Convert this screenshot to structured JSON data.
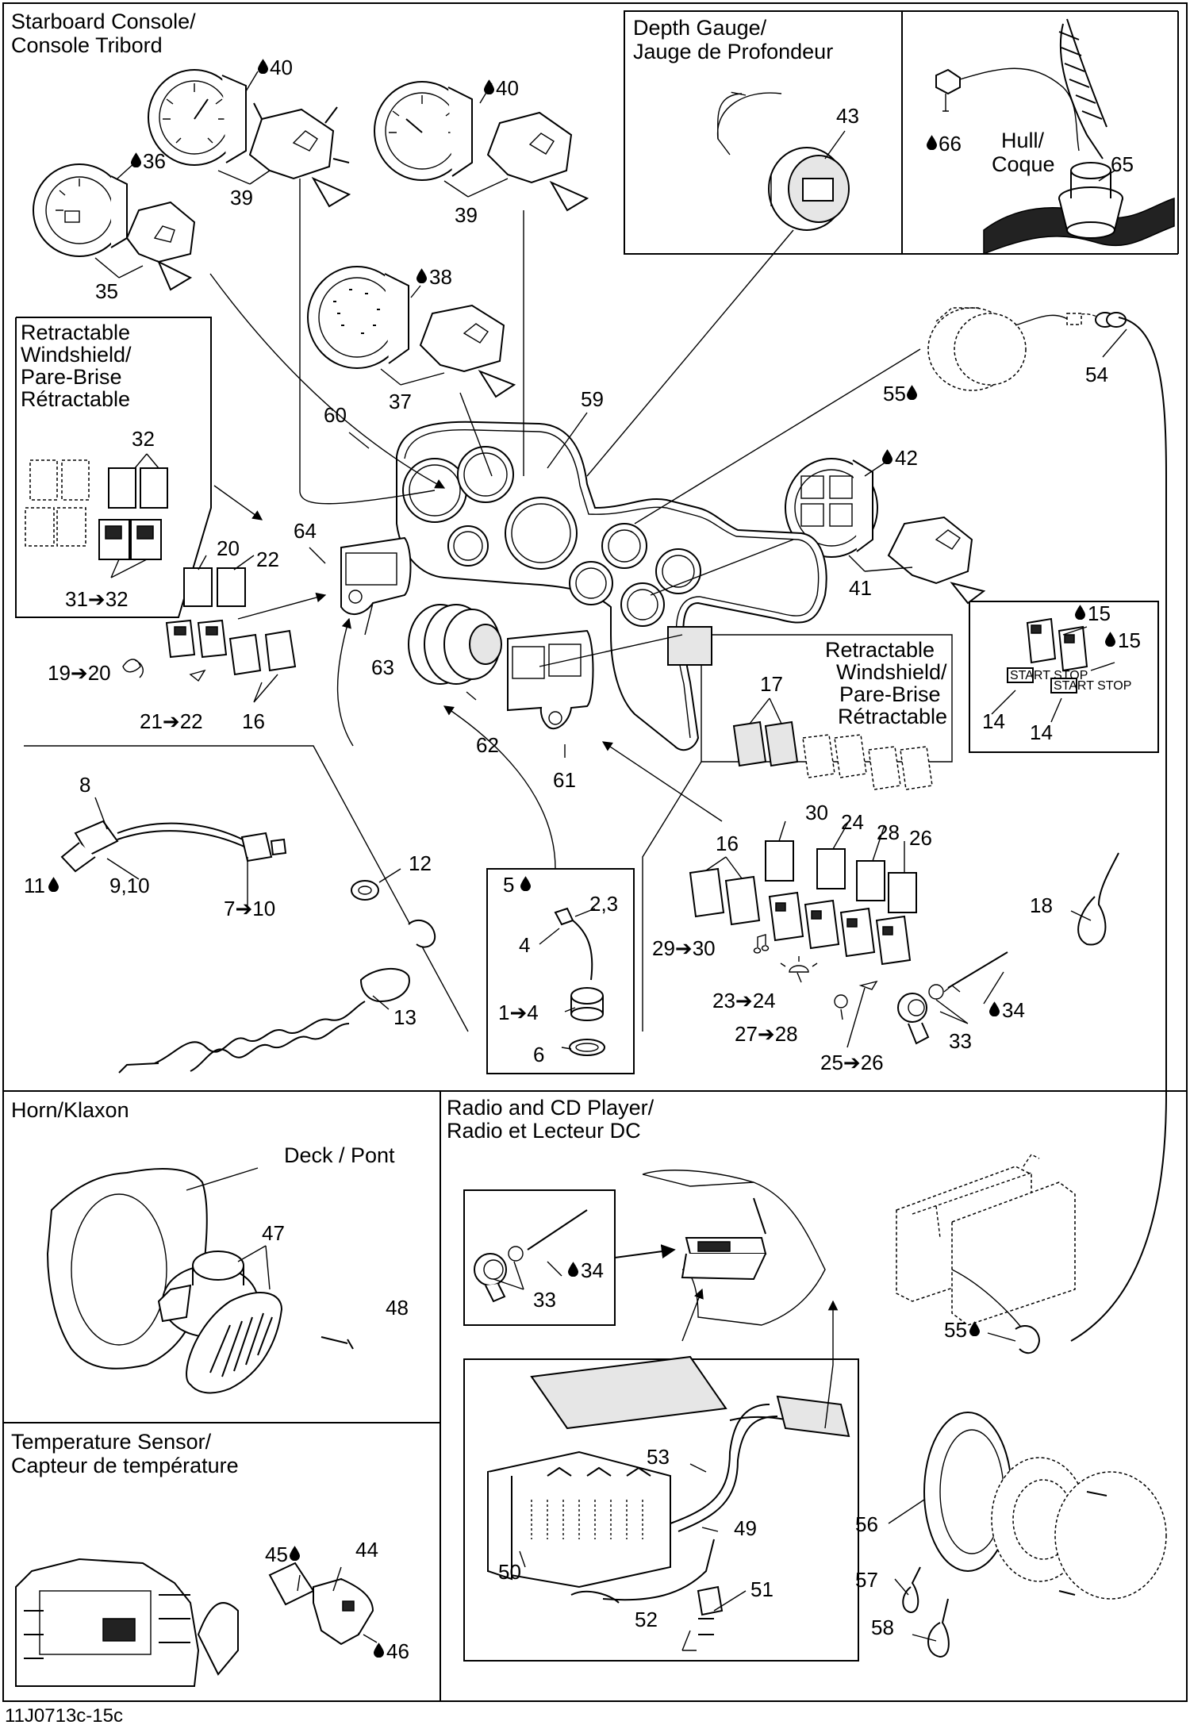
{
  "sections": {
    "starboard_console": {
      "line1": "Starboard Console/",
      "line2": "Console Tribord"
    },
    "depth_gauge": {
      "line1": "Depth Gauge/",
      "line2": "Jauge de Profondeur"
    },
    "hull": {
      "line1": "Hull/",
      "line2": "Coque"
    },
    "retractable_windshield_left": {
      "line1": "Retractable",
      "line2": "Windshield/",
      "line3": "Pare-Brise",
      "line4": "Rétractable"
    },
    "retractable_windshield_right": {
      "line1": "Retractable",
      "line2": "Windshield/",
      "line3": "Pare-Brise",
      "line4": "Rétractable"
    },
    "horn": {
      "line1": "Horn/Klaxon"
    },
    "deck": {
      "line1": "Deck / Pont"
    },
    "radio": {
      "line1": "Radio and CD Player/",
      "line2": "Radio et Lecteur DC"
    },
    "temperature_sensor": {
      "line1": "Temperature Sensor/",
      "line2": "Capteur de température"
    }
  },
  "callouts": {
    "c40a": "40",
    "c40b": "40",
    "c36": "36",
    "c39a": "39",
    "c39b": "39",
    "c35": "35",
    "c38": "38",
    "c37": "37",
    "c60": "60",
    "c59": "59",
    "c43": "43",
    "c66": "66",
    "c65": "65",
    "c54": "54",
    "c55a": "55",
    "c42": "42",
    "c41": "41",
    "c32": "32",
    "c31_32": "31➔32",
    "c64": "64",
    "c20": "20",
    "c22": "22",
    "c19_20": "19➔20",
    "c21_22": "21➔22",
    "c16a": "16",
    "c63": "63",
    "c62": "62",
    "c61": "61",
    "c17": "17",
    "c15a": "15",
    "c15b": "15",
    "c14a": "14",
    "c14b": "14",
    "c8": "8",
    "c11": "11",
    "c9_10": "9,10",
    "c7_10": "7➔10",
    "c12": "12",
    "c13": "13",
    "c5": "5",
    "c2_3": "2,3",
    "c4": "4",
    "c1_4": "1➔4",
    "c6": "6",
    "c30": "30",
    "c24": "24",
    "c28": "28",
    "c26": "26",
    "c16b": "16",
    "c29_30": "29➔30",
    "c23_24": "23➔24",
    "c27_28": "27➔28",
    "c25_26": "25➔26",
    "c33a": "33",
    "c34a": "34",
    "c18": "18",
    "c47": "47",
    "c48": "48",
    "c33b": "33",
    "c34b": "34",
    "c55b": "55",
    "c53": "53",
    "c49": "49",
    "c50": "50",
    "c51": "51",
    "c52": "52",
    "c56": "56",
    "c57": "57",
    "c58": "58",
    "c45": "45",
    "c44": "44",
    "c46": "46"
  },
  "switch_labels": {
    "start_stop": "START STOP"
  },
  "footer": {
    "code": "11J0713c-15c"
  }
}
